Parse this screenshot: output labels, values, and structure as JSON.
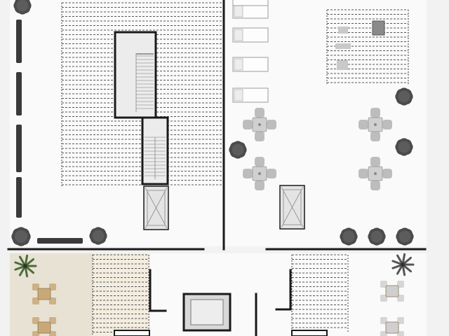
{
  "drawing": {
    "background": "#f2f2f2",
    "wall_color": "#1a1a1a",
    "slab_color": "#fafafa",
    "paving_color": "#e7e2d3",
    "decking_color": "#f3ede0",
    "hedge_color": "#3a3a3a",
    "shrub_color": "#4b4b4b",
    "furniture_color": "#bdbdbd",
    "wood_furniture_color": "#c9a878",
    "glass_color": "#cfcfcf"
  },
  "spaces": [
    {
      "name": "upper-left-terrace",
      "interactable": false
    },
    {
      "name": "upper-right-terrace",
      "interactable": false
    },
    {
      "name": "lower-left-apartment",
      "interactable": false
    },
    {
      "name": "lower-center-core",
      "interactable": false
    },
    {
      "name": "lower-right-apartment",
      "interactable": false
    }
  ],
  "elements": {
    "pergolas": [
      "upper-left-pergola",
      "upper-right-pergola",
      "lower-left-pergola",
      "lower-right-pergola"
    ],
    "stairs": [
      "stair-core-upper",
      "stair-core-lower"
    ],
    "skylights": [
      "skylight-left",
      "skylight-right"
    ],
    "hedges": [
      "planter-hedge"
    ],
    "shrubs": [
      "shrub"
    ],
    "cafe_tables": [
      "cafe-table"
    ],
    "sun_loungers": [
      "sun-lounger"
    ]
  }
}
